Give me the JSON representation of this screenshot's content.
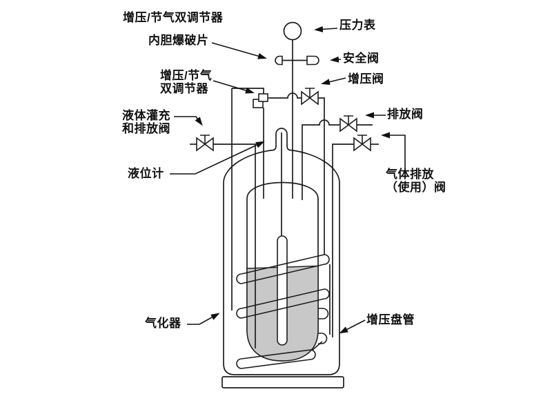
{
  "diagram": {
    "labels": {
      "dual_regulator_top": "增压/节气双调节器",
      "inner_burst_disc": "内胆爆破片",
      "dual_regulator": "增压/节气\n双调节器",
      "liquid_fill_drain_valve": "液体灌充\n和排放阀",
      "liquid_level_gauge": "液位计",
      "vaporizer": "气化器",
      "pressure_gauge": "压力表",
      "safety_valve": "安全阀",
      "pressurizing_valve": "增压阀",
      "vent_valve": "排放阀",
      "gas_use_valve": "气体排放\n（使用）阀",
      "pressurizing_coil": "增压盘管"
    },
    "colors": {
      "line": "#1c1c1c",
      "liquid_fill": "#c8c8c8",
      "background": "#ffffff",
      "label_text": "#111111"
    }
  }
}
